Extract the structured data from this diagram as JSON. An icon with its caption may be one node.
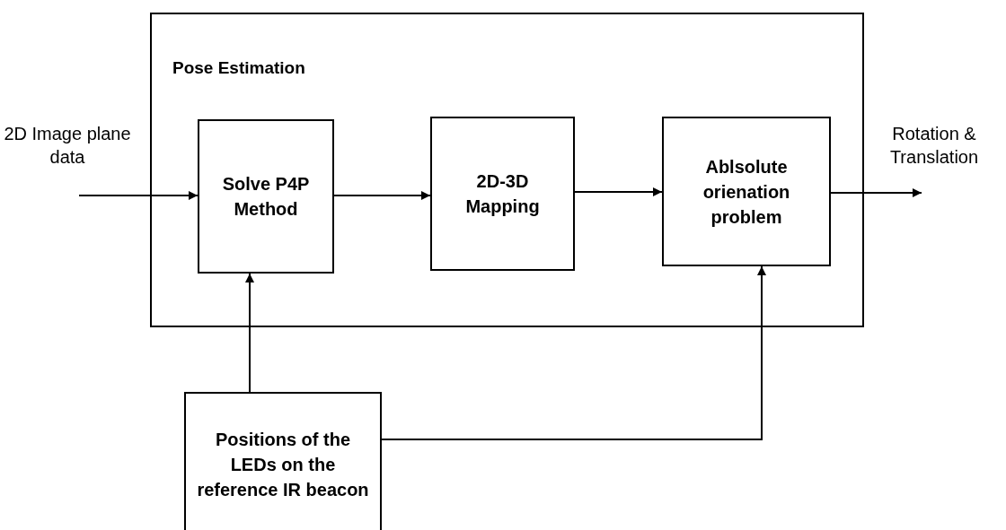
{
  "diagram": {
    "nodes": [
      {
        "text": [
          "Pose Estimation"
        ]
      },
      {
        "text": [
          "Solve P4P Method"
        ],
        "in": 0
      },
      {
        "text": [
          "2D-3D Mapping"
        ],
        "in": 0
      },
      {
        "text": [
          "Ablsolute orienation problem"
        ],
        "in": 0
      },
      {
        "text": [
          "Positions of the LEDs on the reference IR beacon"
        ]
      }
    ],
    "edges": [
      {
        "from": null,
        "to": 1,
        "arrow": "to"
      },
      {
        "from": 1,
        "to": 2,
        "arrow": "to"
      },
      {
        "from": 2,
        "to": 3,
        "arrow": "to"
      },
      {
        "from": 3,
        "to": null,
        "arrow": "to"
      },
      {
        "from": 4,
        "to": 1,
        "arrow": "to"
      },
      {
        "from": 4,
        "to": 3,
        "arrow": "to"
      }
    ],
    "labels": [
      "2D Image plane data",
      "Rotation & Translation"
    ]
  }
}
